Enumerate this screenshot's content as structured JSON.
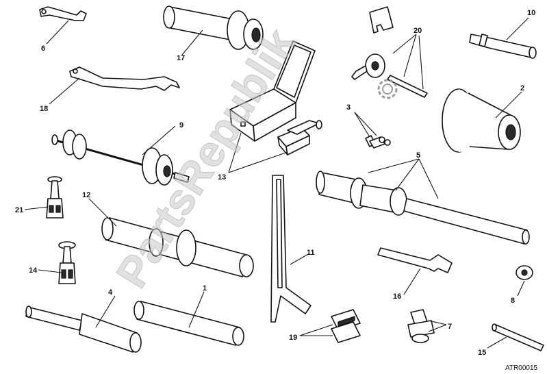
{
  "watermark": "PartsRepublik",
  "drawing_code": "ATR00015",
  "callouts": {
    "c1": "1",
    "c2": "2",
    "c3": "3",
    "c4": "4",
    "c5": "5",
    "c6": "6",
    "c7": "7",
    "c8": "8",
    "c9": "9",
    "c10": "10",
    "c11": "11",
    "c12": "12",
    "c13": "13",
    "c14": "14",
    "c15": "15",
    "c16": "16",
    "c17": "17",
    "c18": "18",
    "c19": "19",
    "c20": "20",
    "c21": "21"
  }
}
